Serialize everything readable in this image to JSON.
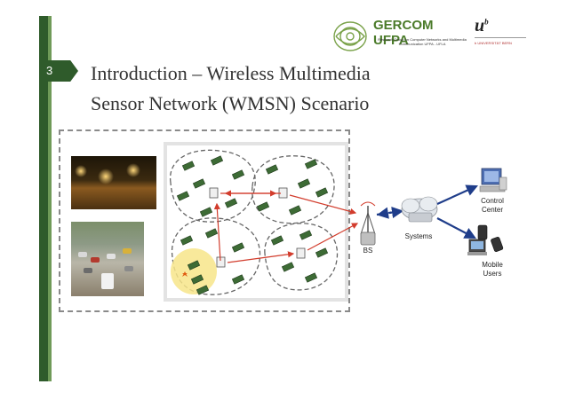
{
  "slide": {
    "number": "3",
    "title_line1": "Introduction – Wireless Multimedia",
    "title_line2": "Sensor Network (WMSN) Scenario"
  },
  "logos": {
    "gercom_name": "GERCOM UFPA",
    "gercom_sub": "Research Group on Computer Networks and Multimedia Communication UFPA - UFLA",
    "ub_mark": "u",
    "ub_sup": "b",
    "ub_text": "b UNIVERSITÄT BERN"
  },
  "diagram": {
    "bs_label": "BS",
    "systems_label": "Systems",
    "control_center_label_1": "Control",
    "control_center_label_2": "Center",
    "mobile_users_label_1": "Mobile",
    "mobile_users_label_2": "Users"
  },
  "colors": {
    "brand_green": "#2f5b2b",
    "arrow_red": "#d23c2c",
    "link_blue": "#1f3d8a",
    "sensor_green": "#3d6b35",
    "event_yellow": "#f7e58a"
  }
}
